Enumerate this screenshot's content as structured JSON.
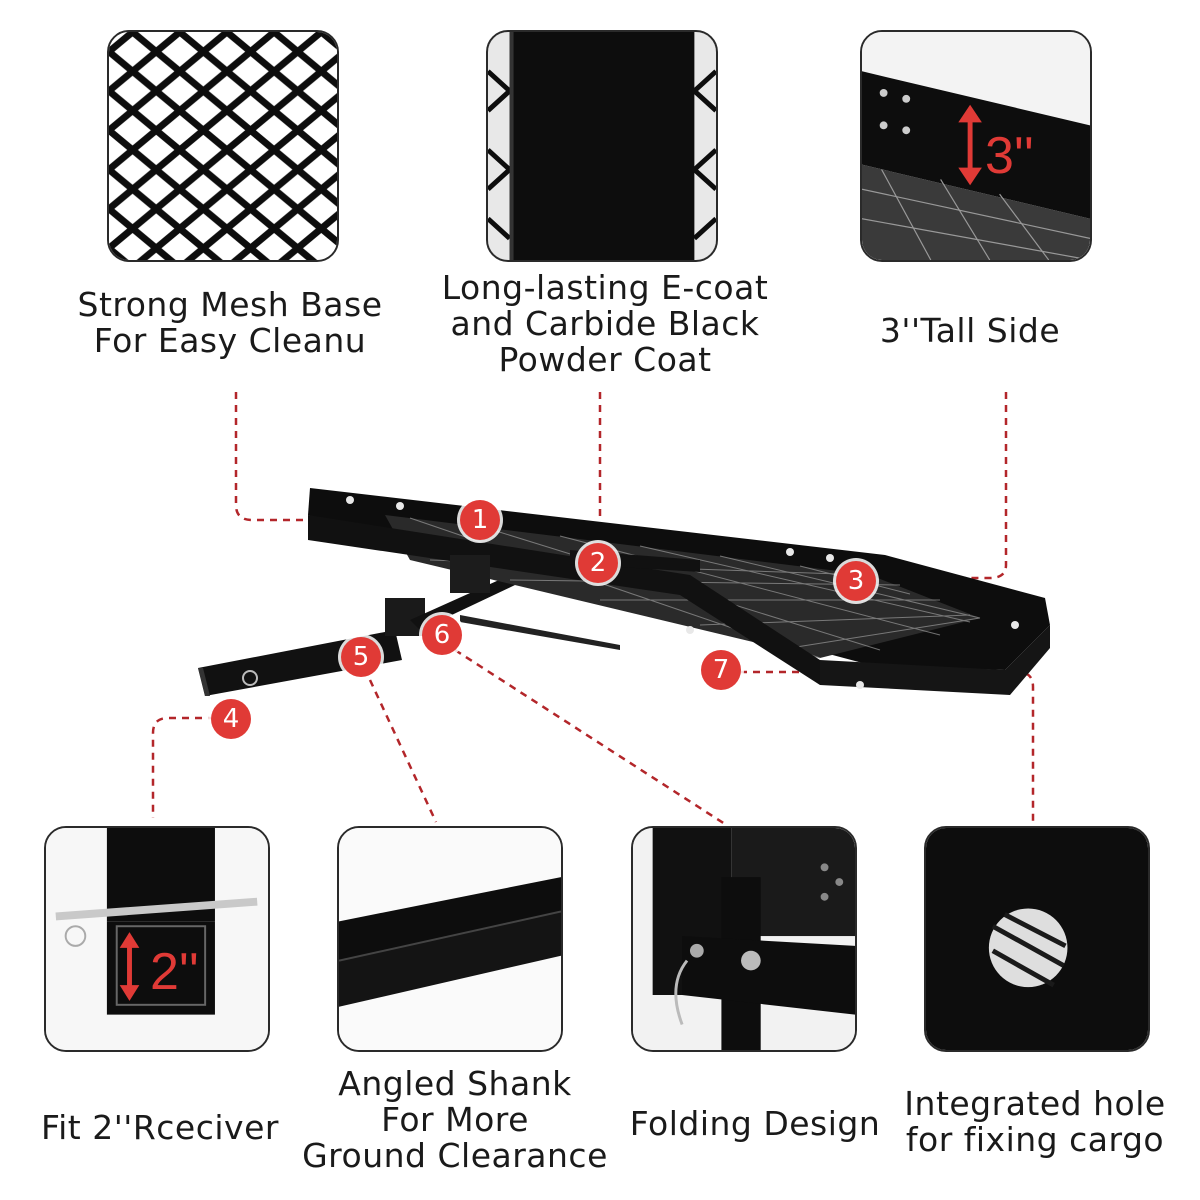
{
  "features": [
    {
      "num": "1",
      "caption": "Strong Mesh Base\nFor Easy Cleanu"
    },
    {
      "num": "2",
      "caption": "Long-lasting E-coat\nand Carbide Black\nPowder Coat"
    },
    {
      "num": "3",
      "caption": "3''Tall Side"
    },
    {
      "num": "4",
      "caption": "Fit 2''Rceciver"
    },
    {
      "num": "5",
      "caption": "Angled Shank\nFor More\nGround Clearance"
    },
    {
      "num": "6",
      "caption": "Folding Design"
    },
    {
      "num": "7",
      "caption": "Integrated hole\nfor fixing cargo"
    }
  ],
  "dimensions": {
    "side_height": "3''",
    "receiver_size": "2''"
  },
  "colors": {
    "accent": "#e03a36",
    "product": "#0d0d0d",
    "outline": "#2a2a2a"
  }
}
